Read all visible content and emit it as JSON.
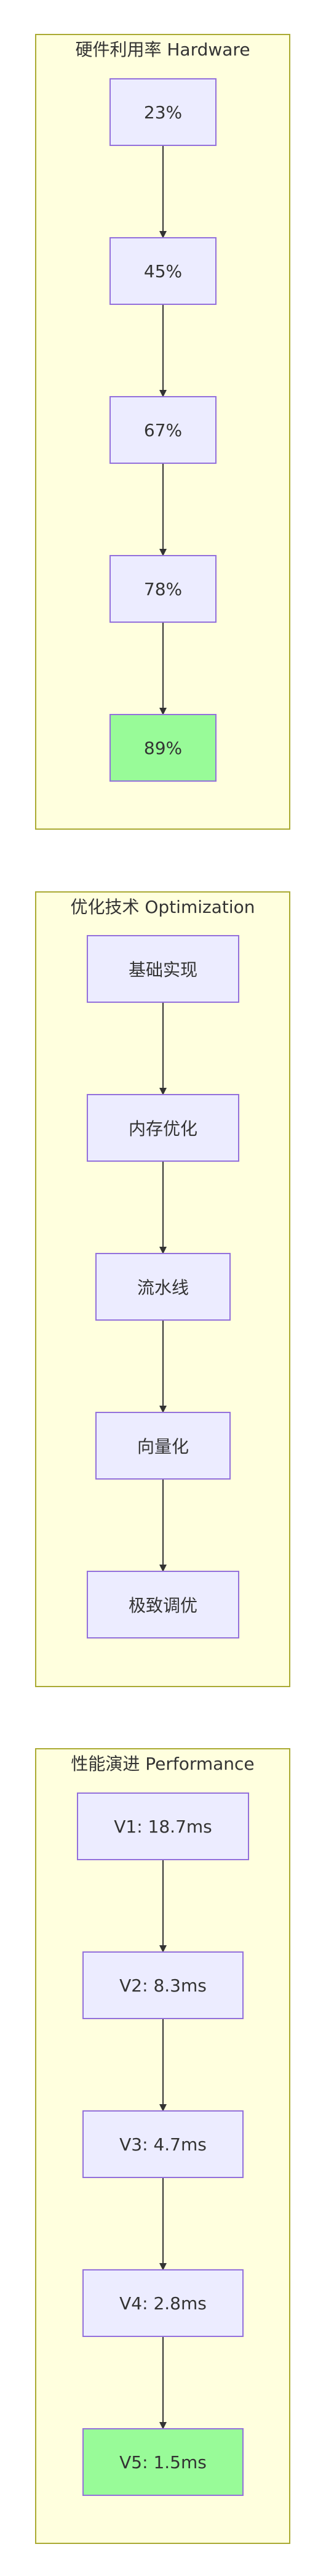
{
  "clusters": [
    {
      "title": "硬件利用率 Hardware Utilization",
      "nodes": [
        {
          "label": "23%"
        },
        {
          "label": "45%"
        },
        {
          "label": "67%"
        },
        {
          "label": "78%"
        },
        {
          "label": "89%",
          "highlight": true
        }
      ]
    },
    {
      "title": "优化技术 Optimization Techniques",
      "nodes": [
        {
          "label": "基础实现"
        },
        {
          "label": "内存优化"
        },
        {
          "label": "流水线"
        },
        {
          "label": "向量化"
        },
        {
          "label": "极致调优"
        }
      ]
    },
    {
      "title": "性能演进 Performance Evolution",
      "nodes": [
        {
          "label": "V1: 18.7ms"
        },
        {
          "label": "V2: 8.3ms"
        },
        {
          "label": "V3: 4.7ms"
        },
        {
          "label": "V4: 2.8ms"
        },
        {
          "label": "V5: 1.5ms",
          "highlight": true
        }
      ]
    }
  ],
  "colors": {
    "cluster_fill": "#ffffde",
    "cluster_border": "#aaaa33",
    "node_fill": "#ececff",
    "node_border": "#9370db",
    "highlight_fill": "#98fb98",
    "edge": "#333333"
  }
}
